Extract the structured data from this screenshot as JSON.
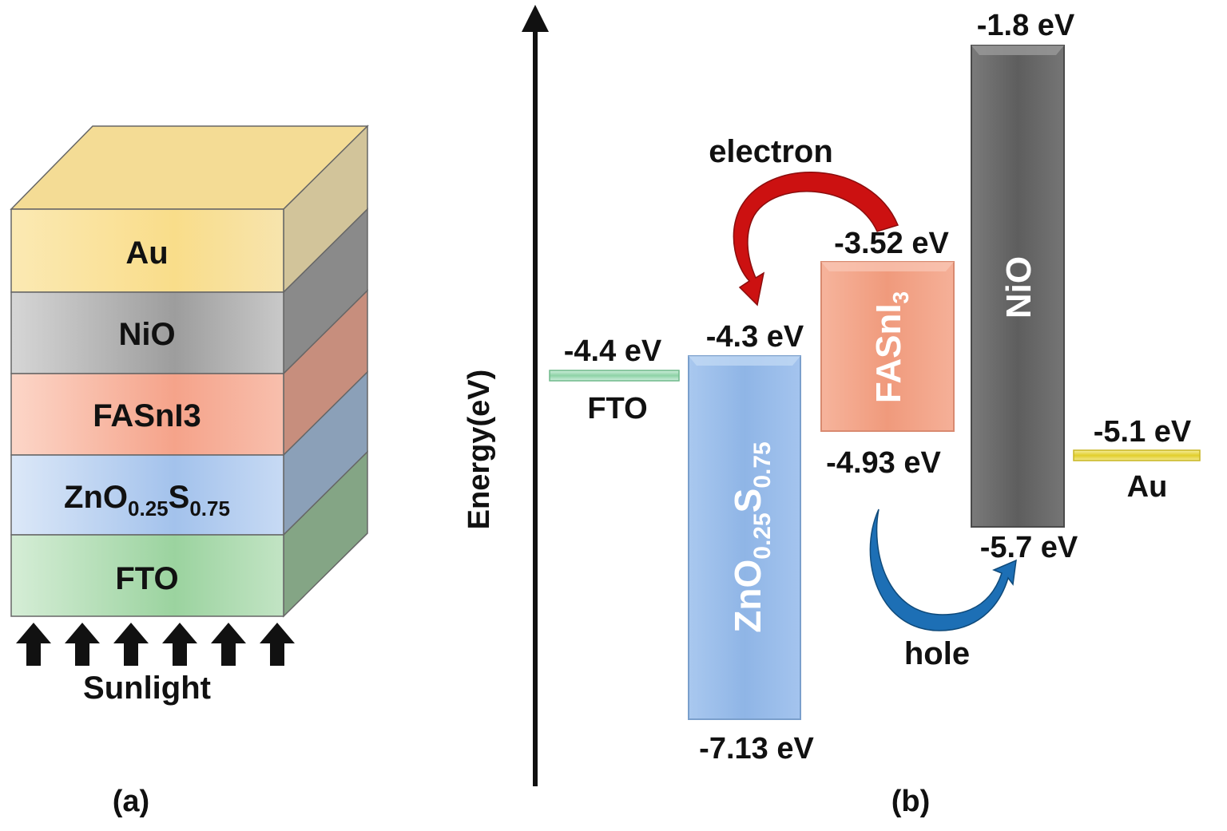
{
  "panel_a": {
    "caption": "(a)",
    "layers": [
      {
        "name": "Au",
        "color": "#f8df9a"
      },
      {
        "name": "NiO",
        "color": "#a9a9a9"
      },
      {
        "name": "FASnI3",
        "color": "#f6a68e"
      },
      {
        "name": "ZnO",
        "sub1": "0.25",
        "mid": "S",
        "sub2": "0.75",
        "color": "#a9c6ee"
      },
      {
        "name": "FTO",
        "color": "#a3d6a7"
      }
    ],
    "sunlight_label": "Sunlight",
    "arrow_count": 6
  },
  "panel_b": {
    "caption": "(b)",
    "axis_label": "Energy(eV)",
    "materials": {
      "fto": {
        "name": "FTO",
        "level": "-4.4 eV",
        "color": "#8ed3a6"
      },
      "zno": {
        "name": "ZnO",
        "sub1": "0.25",
        "mid": "S",
        "sub2": "0.75",
        "top": "-4.3 eV",
        "bottom": "-7.13 eV",
        "color": "#9ec0ea"
      },
      "fasni": {
        "name": "FASnI",
        "sub": "3",
        "top": "-3.52 eV",
        "bottom": "-4.93 eV",
        "color": "#f4a587"
      },
      "nio": {
        "name": "NiO",
        "top": "-1.8 eV",
        "bottom": "-5.7 eV",
        "color": "#6b6b6b"
      },
      "au": {
        "name": "Au",
        "level": "-5.1 eV",
        "color": "#e8d84a"
      }
    },
    "electron_label": "electron",
    "hole_label": "hole",
    "electron_arrow_color": "#cc1111",
    "hole_arrow_color": "#1d6fb5"
  }
}
